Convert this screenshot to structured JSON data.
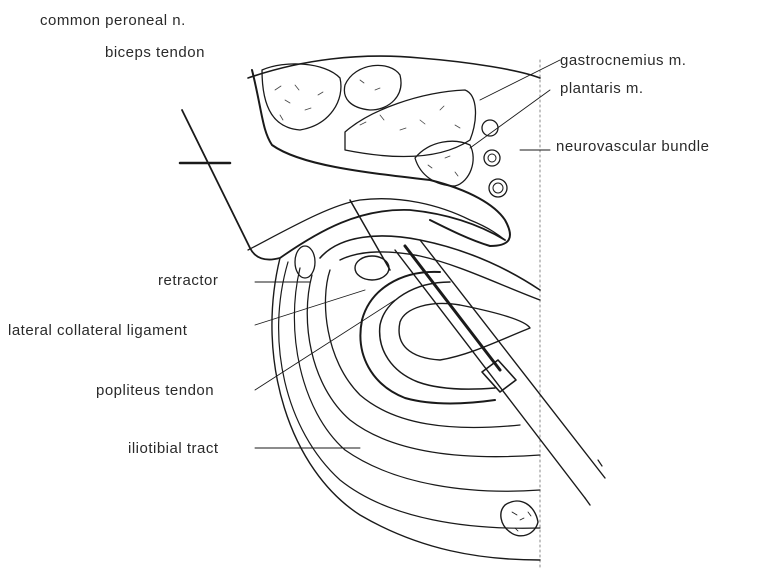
{
  "labels": {
    "common_peroneal": "common peroneal  n.",
    "biceps_tendon": "biceps tendon",
    "gastrocnemius": "gastrocnemius m.",
    "plantaris": "plantaris  m.",
    "neurovascular_bundle": "neurovascular bundle",
    "retractor": "retractor",
    "lateral_collateral_ligament": "lateral collateral ligament",
    "popliteus_tendon": "popliteus tendon",
    "iliotibial_tract": "iliotibial tract"
  },
  "colors": {
    "ink": "#1a1a1a",
    "label": "#2a2a2a",
    "background": "#ffffff"
  }
}
